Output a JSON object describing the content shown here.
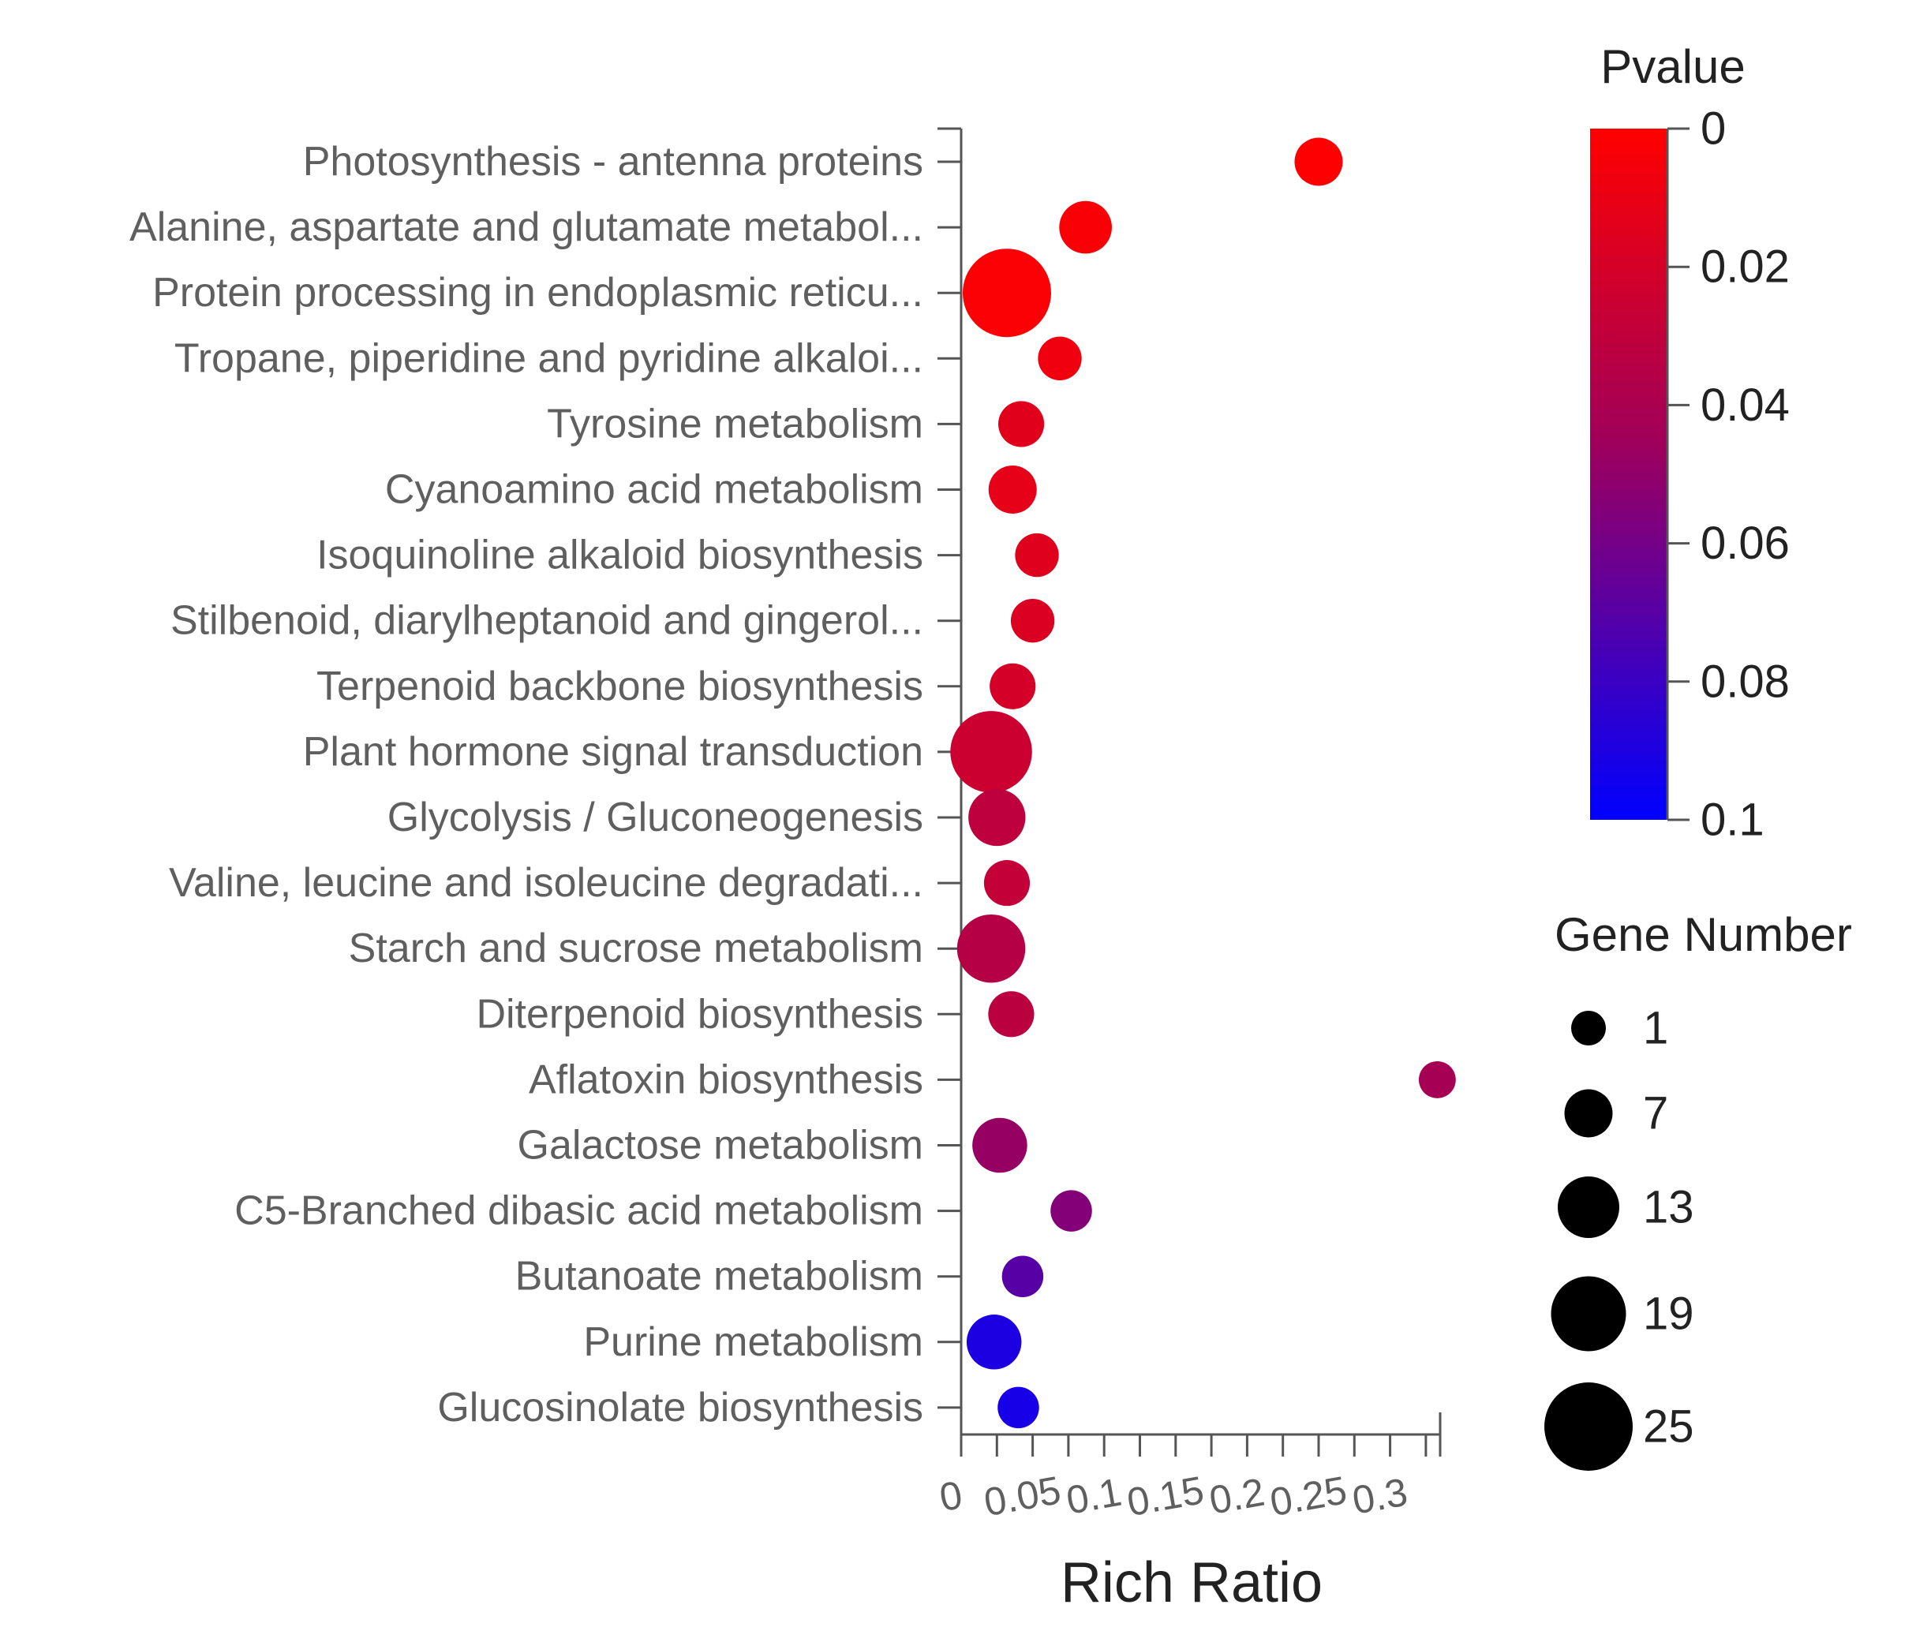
{
  "chart_data": {
    "type": "scatter",
    "title": "",
    "xlabel": "Rich Ratio",
    "ylabel": "",
    "xlim": [
      0,
      0.335
    ],
    "xticks": [
      0,
      0.05,
      0.1,
      0.15,
      0.2,
      0.25,
      0.3
    ],
    "xtick_labels": [
      "0",
      "0.05",
      "0.1",
      "0.15",
      "0.2",
      "0.25",
      "0.3"
    ],
    "grid": false,
    "categories": [
      "Photosynthesis - antenna proteins",
      "Alanine, aspartate and glutamate metabol...",
      "Protein processing in endoplasmic reticu...",
      "Tropane, piperidine and pyridine alkaloi...",
      "Tyrosine metabolism",
      "Cyanoamino acid metabolism",
      "Isoquinoline alkaloid biosynthesis",
      "Stilbenoid, diarylheptanoid and gingerol...",
      "Terpenoid backbone biosynthesis",
      "Plant hormone signal transduction",
      "Glycolysis / Gluconeogenesis",
      "Valine, leucine and isoleucine degradati...",
      "Starch and sucrose metabolism",
      "Diterpenoid biosynthesis",
      "Aflatoxin biosynthesis",
      "Galactose metabolism",
      "C5-Branched dibasic acid metabolism",
      "Butanoate metabolism",
      "Purine metabolism",
      "Glucosinolate biosynthesis"
    ],
    "points": [
      {
        "rich_ratio": 0.25,
        "gene_number": 7,
        "pvalue": 0.001
      },
      {
        "rich_ratio": 0.087,
        "gene_number": 9,
        "pvalue": 0.003
      },
      {
        "rich_ratio": 0.032,
        "gene_number": 25,
        "pvalue": 0.002
      },
      {
        "rich_ratio": 0.069,
        "gene_number": 5,
        "pvalue": 0.007
      },
      {
        "rich_ratio": 0.042,
        "gene_number": 6,
        "pvalue": 0.014
      },
      {
        "rich_ratio": 0.036,
        "gene_number": 7,
        "pvalue": 0.012
      },
      {
        "rich_ratio": 0.053,
        "gene_number": 5,
        "pvalue": 0.015
      },
      {
        "rich_ratio": 0.05,
        "gene_number": 5,
        "pvalue": 0.017
      },
      {
        "rich_ratio": 0.036,
        "gene_number": 6,
        "pvalue": 0.02
      },
      {
        "rich_ratio": 0.021,
        "gene_number": 22,
        "pvalue": 0.024
      },
      {
        "rich_ratio": 0.025,
        "gene_number": 11,
        "pvalue": 0.031
      },
      {
        "rich_ratio": 0.032,
        "gene_number": 6,
        "pvalue": 0.028
      },
      {
        "rich_ratio": 0.021,
        "gene_number": 16,
        "pvalue": 0.035
      },
      {
        "rich_ratio": 0.035,
        "gene_number": 6,
        "pvalue": 0.032
      },
      {
        "rich_ratio": 0.333,
        "gene_number": 2,
        "pvalue": 0.042
      },
      {
        "rich_ratio": 0.027,
        "gene_number": 10,
        "pvalue": 0.048
      },
      {
        "rich_ratio": 0.077,
        "gene_number": 4,
        "pvalue": 0.055
      },
      {
        "rich_ratio": 0.043,
        "gene_number": 4,
        "pvalue": 0.07
      },
      {
        "rich_ratio": 0.023,
        "gene_number": 10,
        "pvalue": 0.09
      },
      {
        "rich_ratio": 0.04,
        "gene_number": 4,
        "pvalue": 0.092
      }
    ],
    "color_legend": {
      "title": "Pvalue",
      "range": [
        0,
        0.1
      ],
      "ticks": [
        "0",
        "0.02",
        "0.04",
        "0.06",
        "0.08",
        "0.1"
      ],
      "color_low": "#ff0000",
      "color_mid": "#a0005a",
      "color_high": "#0000ff"
    },
    "size_legend": {
      "title": "Gene Number",
      "values": [
        1,
        7,
        13,
        19,
        25
      ],
      "labels": [
        "1",
        "7",
        "13",
        "19",
        "25"
      ],
      "color": "#000000"
    }
  }
}
